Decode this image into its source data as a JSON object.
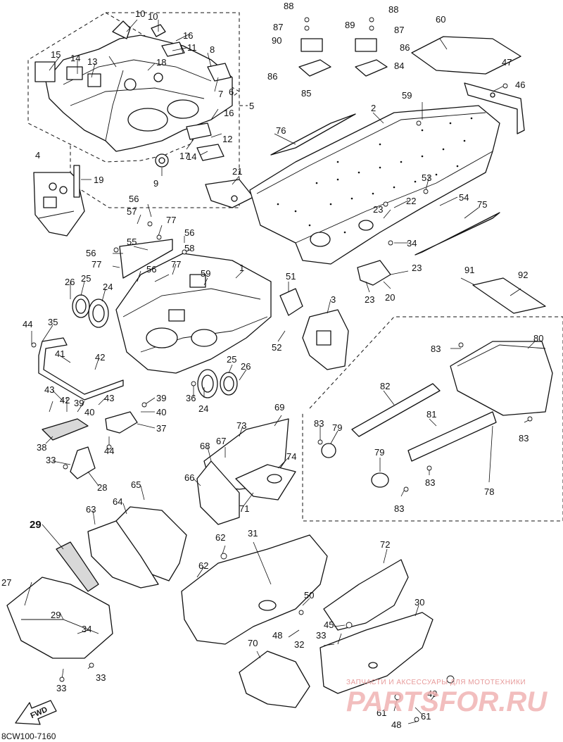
{
  "labels": {
    "n1": "1",
    "n2": "2",
    "n3": "3",
    "n4": "4",
    "n5": "5",
    "n6": "6",
    "n7": "7",
    "n8": "8",
    "n9": "9",
    "n10a": "10",
    "n10b": "10",
    "n11": "11",
    "n12": "12",
    "n13": "13",
    "n14a": "14",
    "n14b": "14",
    "n15": "15",
    "n16a": "16",
    "n16b": "16",
    "n17": "17",
    "n18": "18",
    "n19": "19",
    "n20": "20",
    "n21": "21",
    "n22": "22",
    "n23a": "23",
    "n23b": "23",
    "n23c": "23",
    "n24a": "24",
    "n24b": "24",
    "n25a": "25",
    "n25b": "25",
    "n26a": "26",
    "n26b": "26",
    "n27": "27",
    "n28": "28",
    "n29a": "29",
    "n29b": "29",
    "n30": "30",
    "n31": "31",
    "n32": "32",
    "n33a": "33",
    "n33b": "33",
    "n33c": "33",
    "n33d": "33",
    "n34a": "34",
    "n34b": "34",
    "n35": "35",
    "n36": "36",
    "n37": "37",
    "n38": "38",
    "n39a": "39",
    "n39b": "39",
    "n40a": "40",
    "n40b": "40",
    "n41": "41",
    "n42a": "42",
    "n42b": "42",
    "n43a": "43",
    "n43b": "43",
    "n44a": "44",
    "n44b": "44",
    "n45": "45",
    "n46": "46",
    "n47": "47",
    "n48a": "48",
    "n48b": "48",
    "n49": "49",
    "n50": "50",
    "n51": "51",
    "n52": "52",
    "n53": "53",
    "n54": "54",
    "n55": "55",
    "n56a": "56",
    "n56b": "56",
    "n56c": "56",
    "n56d": "56",
    "n57": "57",
    "n58": "58",
    "n59a": "59",
    "n59b": "59",
    "n60": "60",
    "n61a": "61",
    "n61b": "61",
    "n62a": "62",
    "n62b": "62",
    "n63": "63",
    "n64": "64",
    "n65": "65",
    "n66": "66",
    "n67": "67",
    "n68": "68",
    "n69": "69",
    "n70": "70",
    "n71": "71",
    "n72": "72",
    "n73": "73",
    "n74": "74",
    "n75": "75",
    "n76": "76",
    "n77a": "77",
    "n77b": "77",
    "n77c": "77",
    "n78": "78",
    "n79a": "79",
    "n79b": "79",
    "n80": "80",
    "n81": "81",
    "n82": "82",
    "n83a": "83",
    "n83b": "83",
    "n83c": "83",
    "n83d": "83",
    "n83e": "83",
    "n84": "84",
    "n85": "85",
    "n86a": "86",
    "n86b": "86",
    "n87a": "87",
    "n87b": "87",
    "n88a": "88",
    "n88b": "88",
    "n89": "89",
    "n90": "90",
    "n91": "91",
    "n92": "92"
  },
  "diagram_code": "8CW100-7160",
  "fwd_arrow_label": "FWD",
  "watermark": {
    "line1": "ЗАПЧАСТИ И АКСЕССУАРЫ ДЛЯ МОТОТЕХНИКИ",
    "line2": "PARTSFOR.RU"
  },
  "colors": {
    "line": "#111111",
    "background": "#ffffff",
    "watermark": "#e79a9a"
  }
}
